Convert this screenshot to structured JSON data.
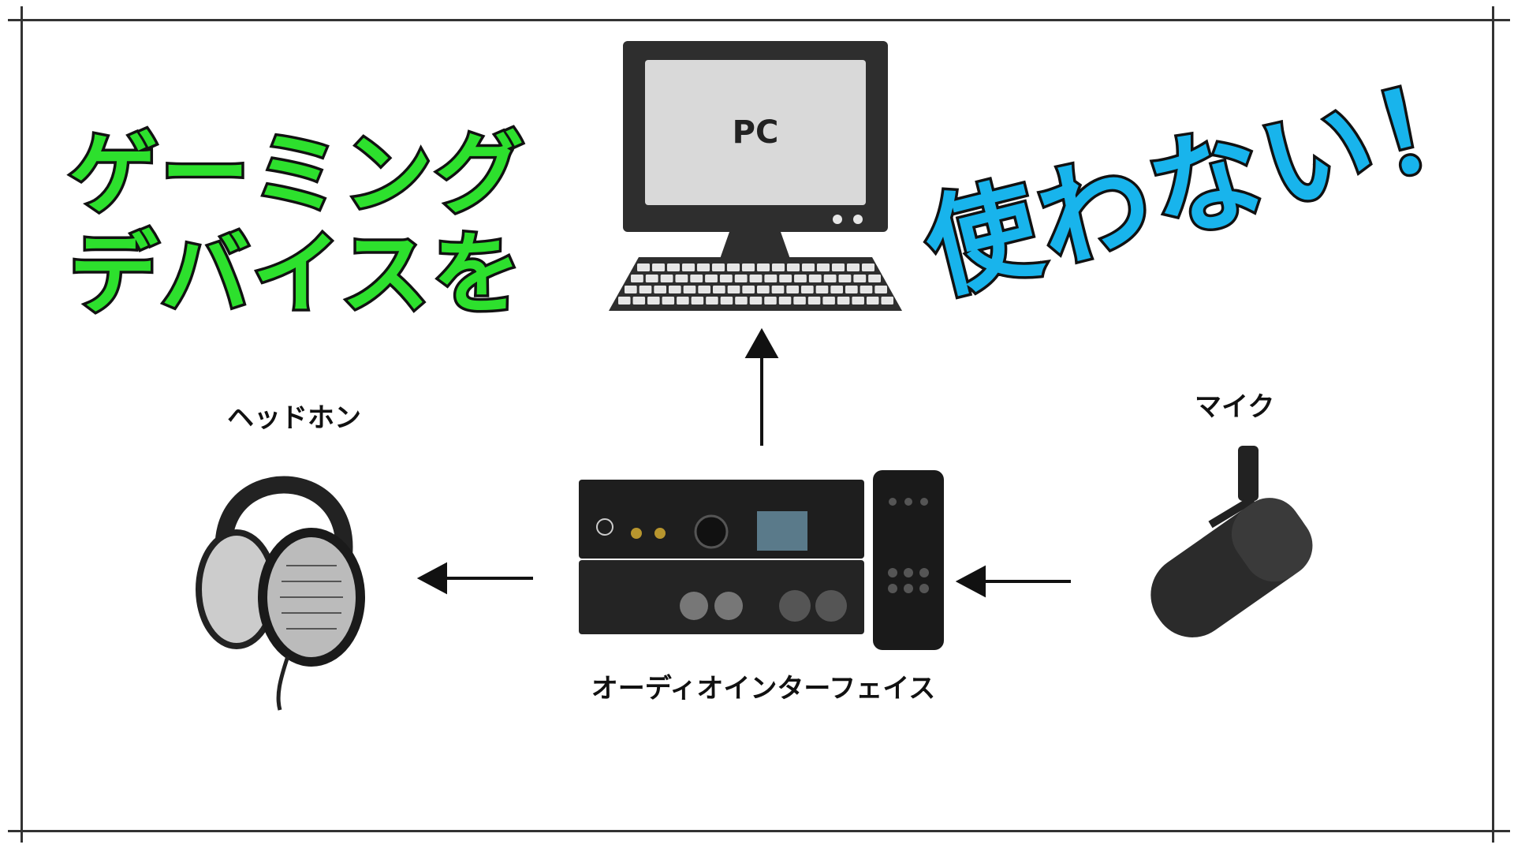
{
  "title": {
    "line1": "ゲーミング",
    "line2": "デバイスを",
    "emphasis": "使わない！"
  },
  "pc": {
    "screen_label": "PC"
  },
  "labels": {
    "headphones": "ヘッドホン",
    "audio_interface": "オーディオインターフェイス",
    "mic": "マイク"
  },
  "colors": {
    "green": "#2de02d",
    "blue": "#18b4ec",
    "outline": "#111111"
  }
}
